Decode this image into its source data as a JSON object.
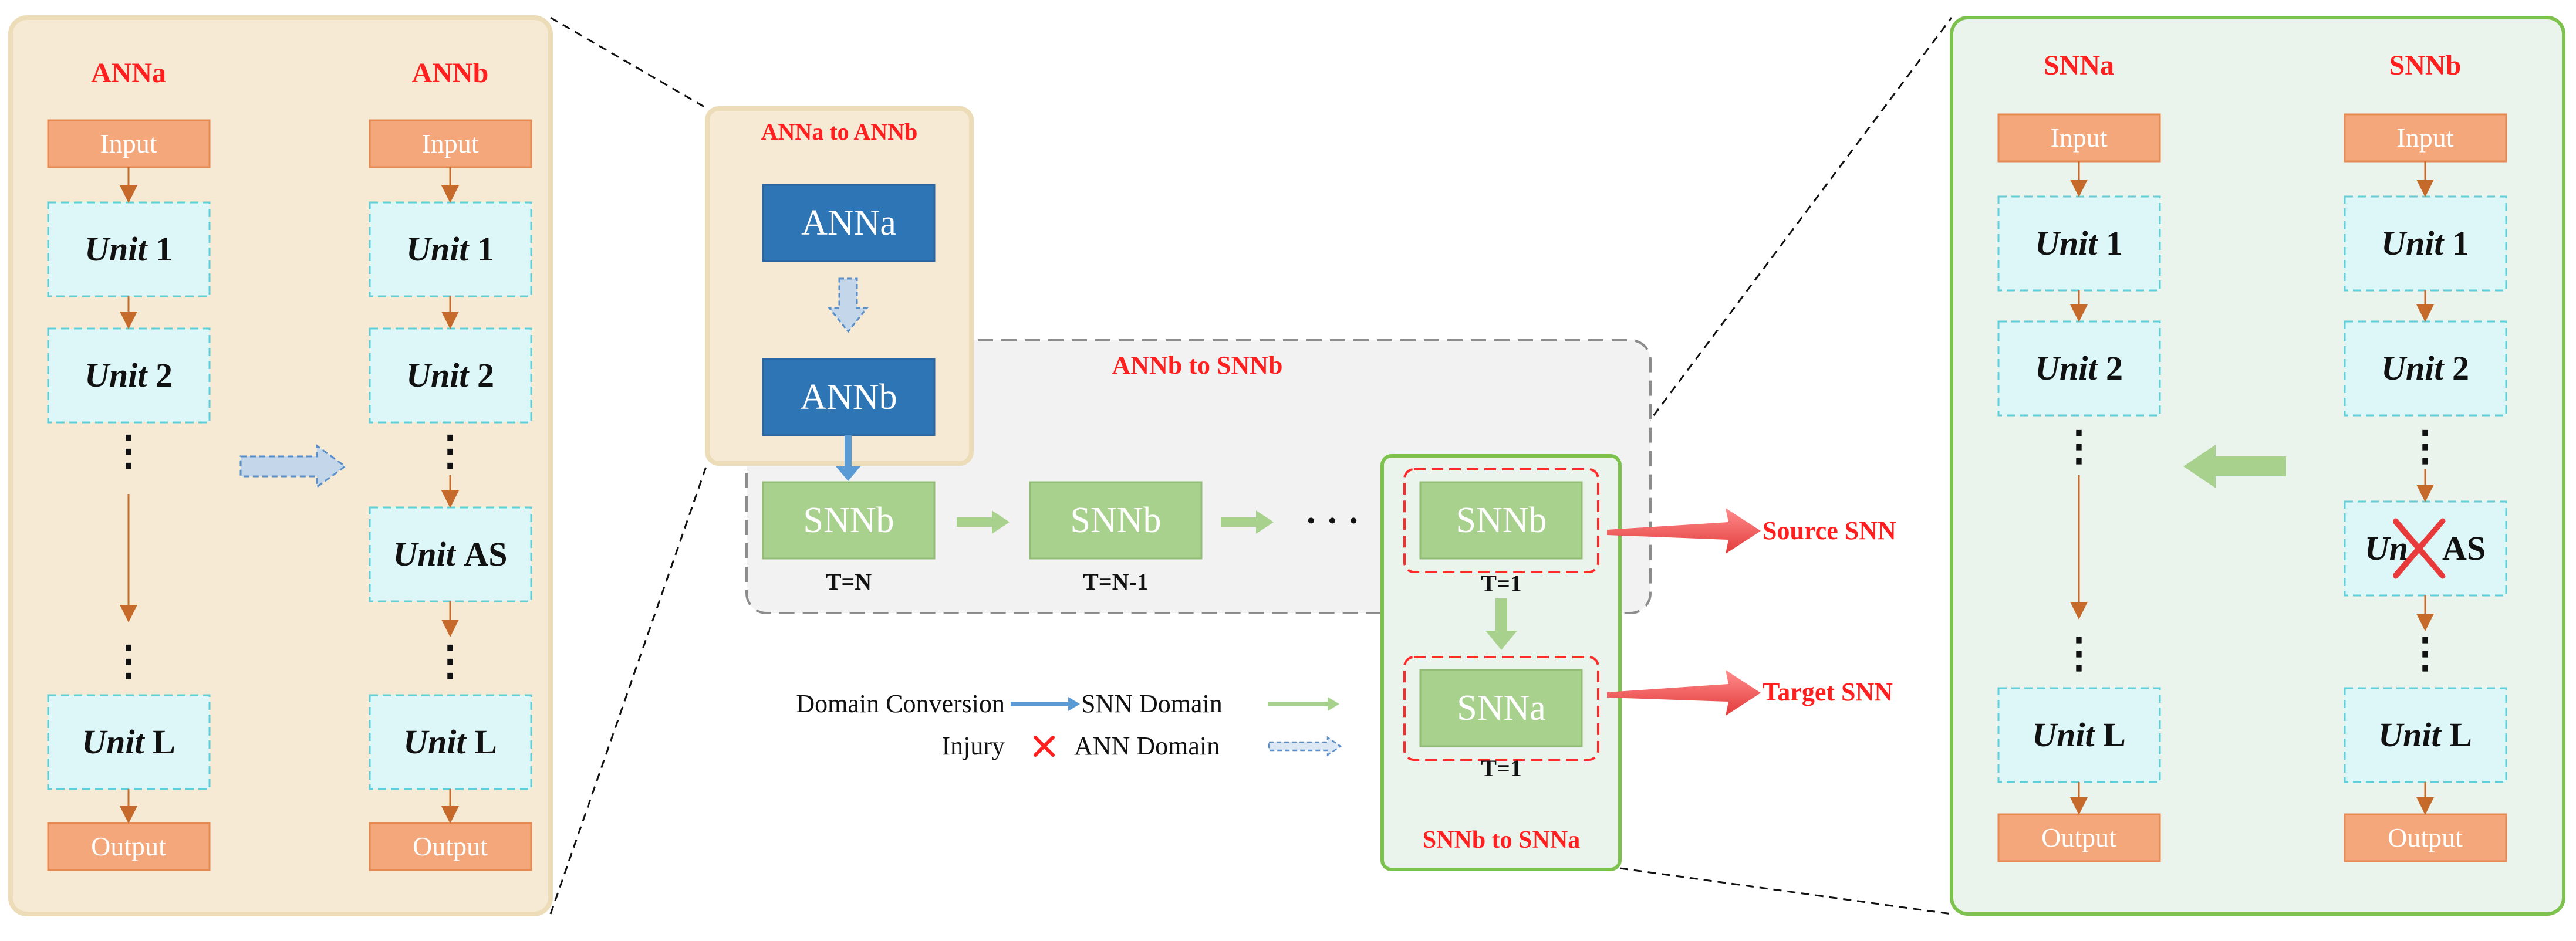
{
  "left_panel": {
    "col_a_title": "ANNa",
    "col_b_title": "ANNb",
    "col_a": [
      "Input",
      "Unit",
      "1",
      "Unit",
      "2",
      "⋮",
      "⋮",
      "Unit",
      "L",
      "Output"
    ],
    "input": "Input",
    "output": "Output",
    "unit_word": "Unit",
    "u1": "1",
    "u2": "2",
    "uas": "AS",
    "ul": "L",
    "dots": "⋮"
  },
  "stage_ann": {
    "title": "ANNa to ANNb",
    "box_a": "ANNa",
    "box_b": "ANNb"
  },
  "stage_snn": {
    "title": "ANNb to SNNb",
    "box": "SNNb",
    "t_n": "T=N",
    "t_n1": "T=N-1",
    "t_1": "T=1",
    "dots": "· · ·"
  },
  "stage_transfer": {
    "title": "SNNb to SNNa",
    "box_b": "SNNb",
    "box_a": "SNNa",
    "t_1a": "T=1",
    "t_1b": "T=1"
  },
  "outputs": {
    "source": "Source SNN",
    "target": "Target SNN"
  },
  "legend": {
    "domain_conversion": "Domain Conversion",
    "snn_domain": "SNN Domain",
    "injury": "Injury",
    "ann_domain": "ANN Domain"
  },
  "right_panel": {
    "col_a_title": "SNNa",
    "col_b_title": "SNNb",
    "input": "Input",
    "output": "Output",
    "unit_word": "Unit",
    "unit_word_injured": "Un",
    "u1": "1",
    "u2": "2",
    "uas": "AS",
    "ul": "L",
    "dots": "⋮"
  },
  "colors": {
    "panel_left_bg": "#f6ead4",
    "panel_left_border": "#ecdcb8",
    "panel_right_bg": "#eaf3ec",
    "panel_right_border": "#8ccc5e",
    "orange_box": "#f4a77a",
    "orange_border": "#e58a52",
    "unit_bg": "#ddf6f7",
    "unit_border": "#5ecfd9",
    "blue_box": "#2e75b6",
    "green_box": "#a9d18e",
    "red_accent": "#ff1f1f",
    "arrow_brown": "#c56a2a"
  }
}
